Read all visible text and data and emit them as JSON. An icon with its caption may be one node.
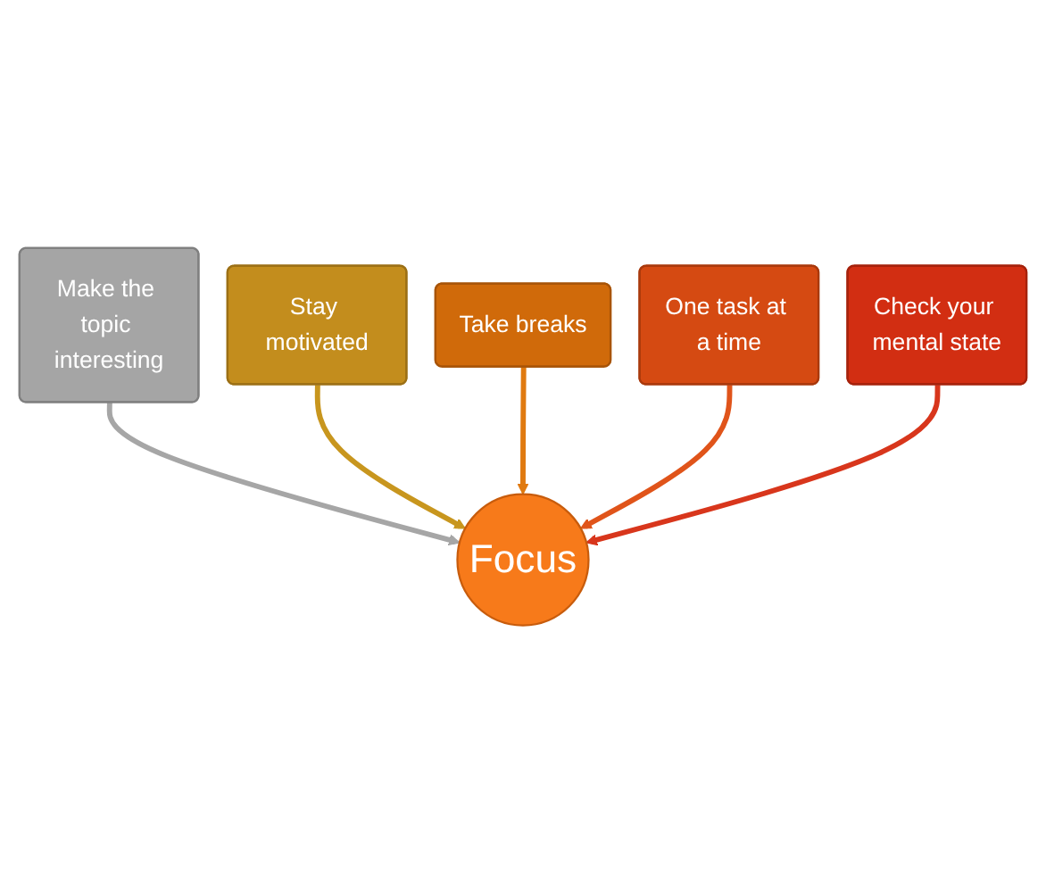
{
  "diagram": {
    "nodes": [
      {
        "text": [
          "Take breaks"
        ]
      },
      {
        "text": [
          "Stay motivated"
        ]
      },
      {
        "text": [
          "One task at a time"
        ]
      },
      {
        "text": [
          "Make the topic interesting"
        ]
      },
      {
        "text": [
          "Focus"
        ]
      },
      {
        "text": [
          "Check your mental state"
        ]
      }
    ],
    "edges": [
      {
        "from": 3,
        "to": 4,
        "arrow": "to",
        "color": "#a6a6a6"
      },
      {
        "from": 1,
        "to": 4,
        "arrow": "to",
        "color": "#c8961e"
      },
      {
        "from": 0,
        "to": 4,
        "arrow": "to",
        "color": "#e07a10"
      },
      {
        "from": 2,
        "to": 4,
        "arrow": "to",
        "color": "#e0541a"
      },
      {
        "from": 5,
        "to": 4,
        "arrow": "to",
        "color": "#d8361c"
      }
    ]
  }
}
